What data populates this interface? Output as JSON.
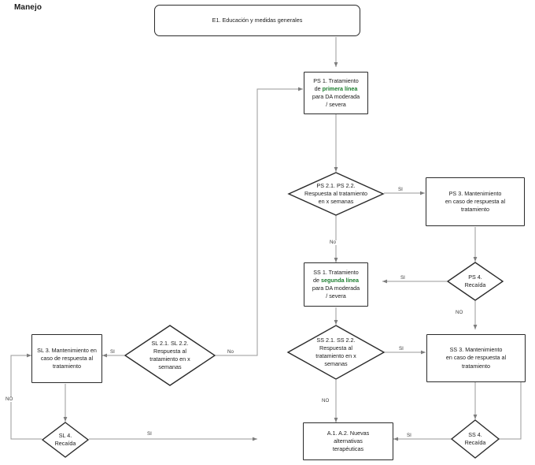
{
  "title": "Manejo",
  "colors": {
    "highlight": "#1b7d2e",
    "node_border": "#2a2a2a",
    "connector": "#9a9a9a",
    "text": "#1a1a1a"
  },
  "nodes": {
    "e1": {
      "id": "E1",
      "shape": "process",
      "text": "E1. Educación y medidas generales"
    },
    "ps1": {
      "id": "PS 1",
      "shape": "process",
      "line1": "PS 1. Tratamiento",
      "line2_pre": "de ",
      "line2_hl": "primera línea",
      "line3": "para DA moderada",
      "line4": "/ severa"
    },
    "ps2": {
      "id": "PS 2.1 / PS 2.2",
      "shape": "decision",
      "line1": "PS 2.1. PS 2.2.",
      "line2": "Respuesta al tratamiento",
      "line3": "en x semanas"
    },
    "ps3": {
      "id": "PS 3",
      "shape": "process",
      "line1": "PS 3. Mantenimiento",
      "line2": "en caso de respuesta al",
      "line3": "tratamiento"
    },
    "ps4": {
      "id": "PS 4",
      "shape": "decision",
      "line1": "PS 4.",
      "line2": "Recaída"
    },
    "ss1": {
      "id": "SS 1",
      "shape": "process",
      "line1": "SS 1. Tratamiento",
      "line2_pre": "de ",
      "line2_hl": "segunda línea",
      "line3": "para DA moderada",
      "line4": "/ severa"
    },
    "ss2": {
      "id": "SS 2.1 / SS 2.2",
      "shape": "decision",
      "line1": "SS 2.1. SS 2.2.",
      "line2": "Respuesta al",
      "line3": "tratamiento en x",
      "line4": "semanas"
    },
    "ss3": {
      "id": "SS 3",
      "shape": "process",
      "line1": "SS 3. Mantenimiento",
      "line2": "en caso de respuesta al",
      "line3": "tratamiento"
    },
    "ss4": {
      "id": "SS 4",
      "shape": "decision",
      "line1": "SS 4.",
      "line2": "Recaída"
    },
    "sl2": {
      "id": "SL 2.1 / SL 2.2",
      "shape": "decision",
      "line1": "SL 2.1. SL 2.2.",
      "line2": "Respuesta al",
      "line3": "tratamiento en x",
      "line4": "semanas"
    },
    "sl3": {
      "id": "SL 3",
      "shape": "process",
      "line1": "SL 3. Mantenimiento en",
      "line2": "caso de respuesta al",
      "line3": "tratamiento"
    },
    "sl4": {
      "id": "SL 4",
      "shape": "decision",
      "line1": "SL 4.",
      "line2": "Recaída"
    },
    "a1": {
      "id": "A.1 / A.2",
      "shape": "process",
      "line1": "A.1. A.2. Nuevas",
      "line2": "alternativas",
      "line3": "terapéuticas"
    }
  },
  "edge_labels": {
    "ps2_si": "SI",
    "ps2_no": "No",
    "ps4_si": "SI",
    "ps4_no": "NO",
    "ss2_si": "SI",
    "ss2_no": "NO",
    "ss4_si": "SI",
    "sl2_no": "No",
    "sl2_si": "SI",
    "sl4_no": "NO",
    "sl4_si": "SI"
  }
}
